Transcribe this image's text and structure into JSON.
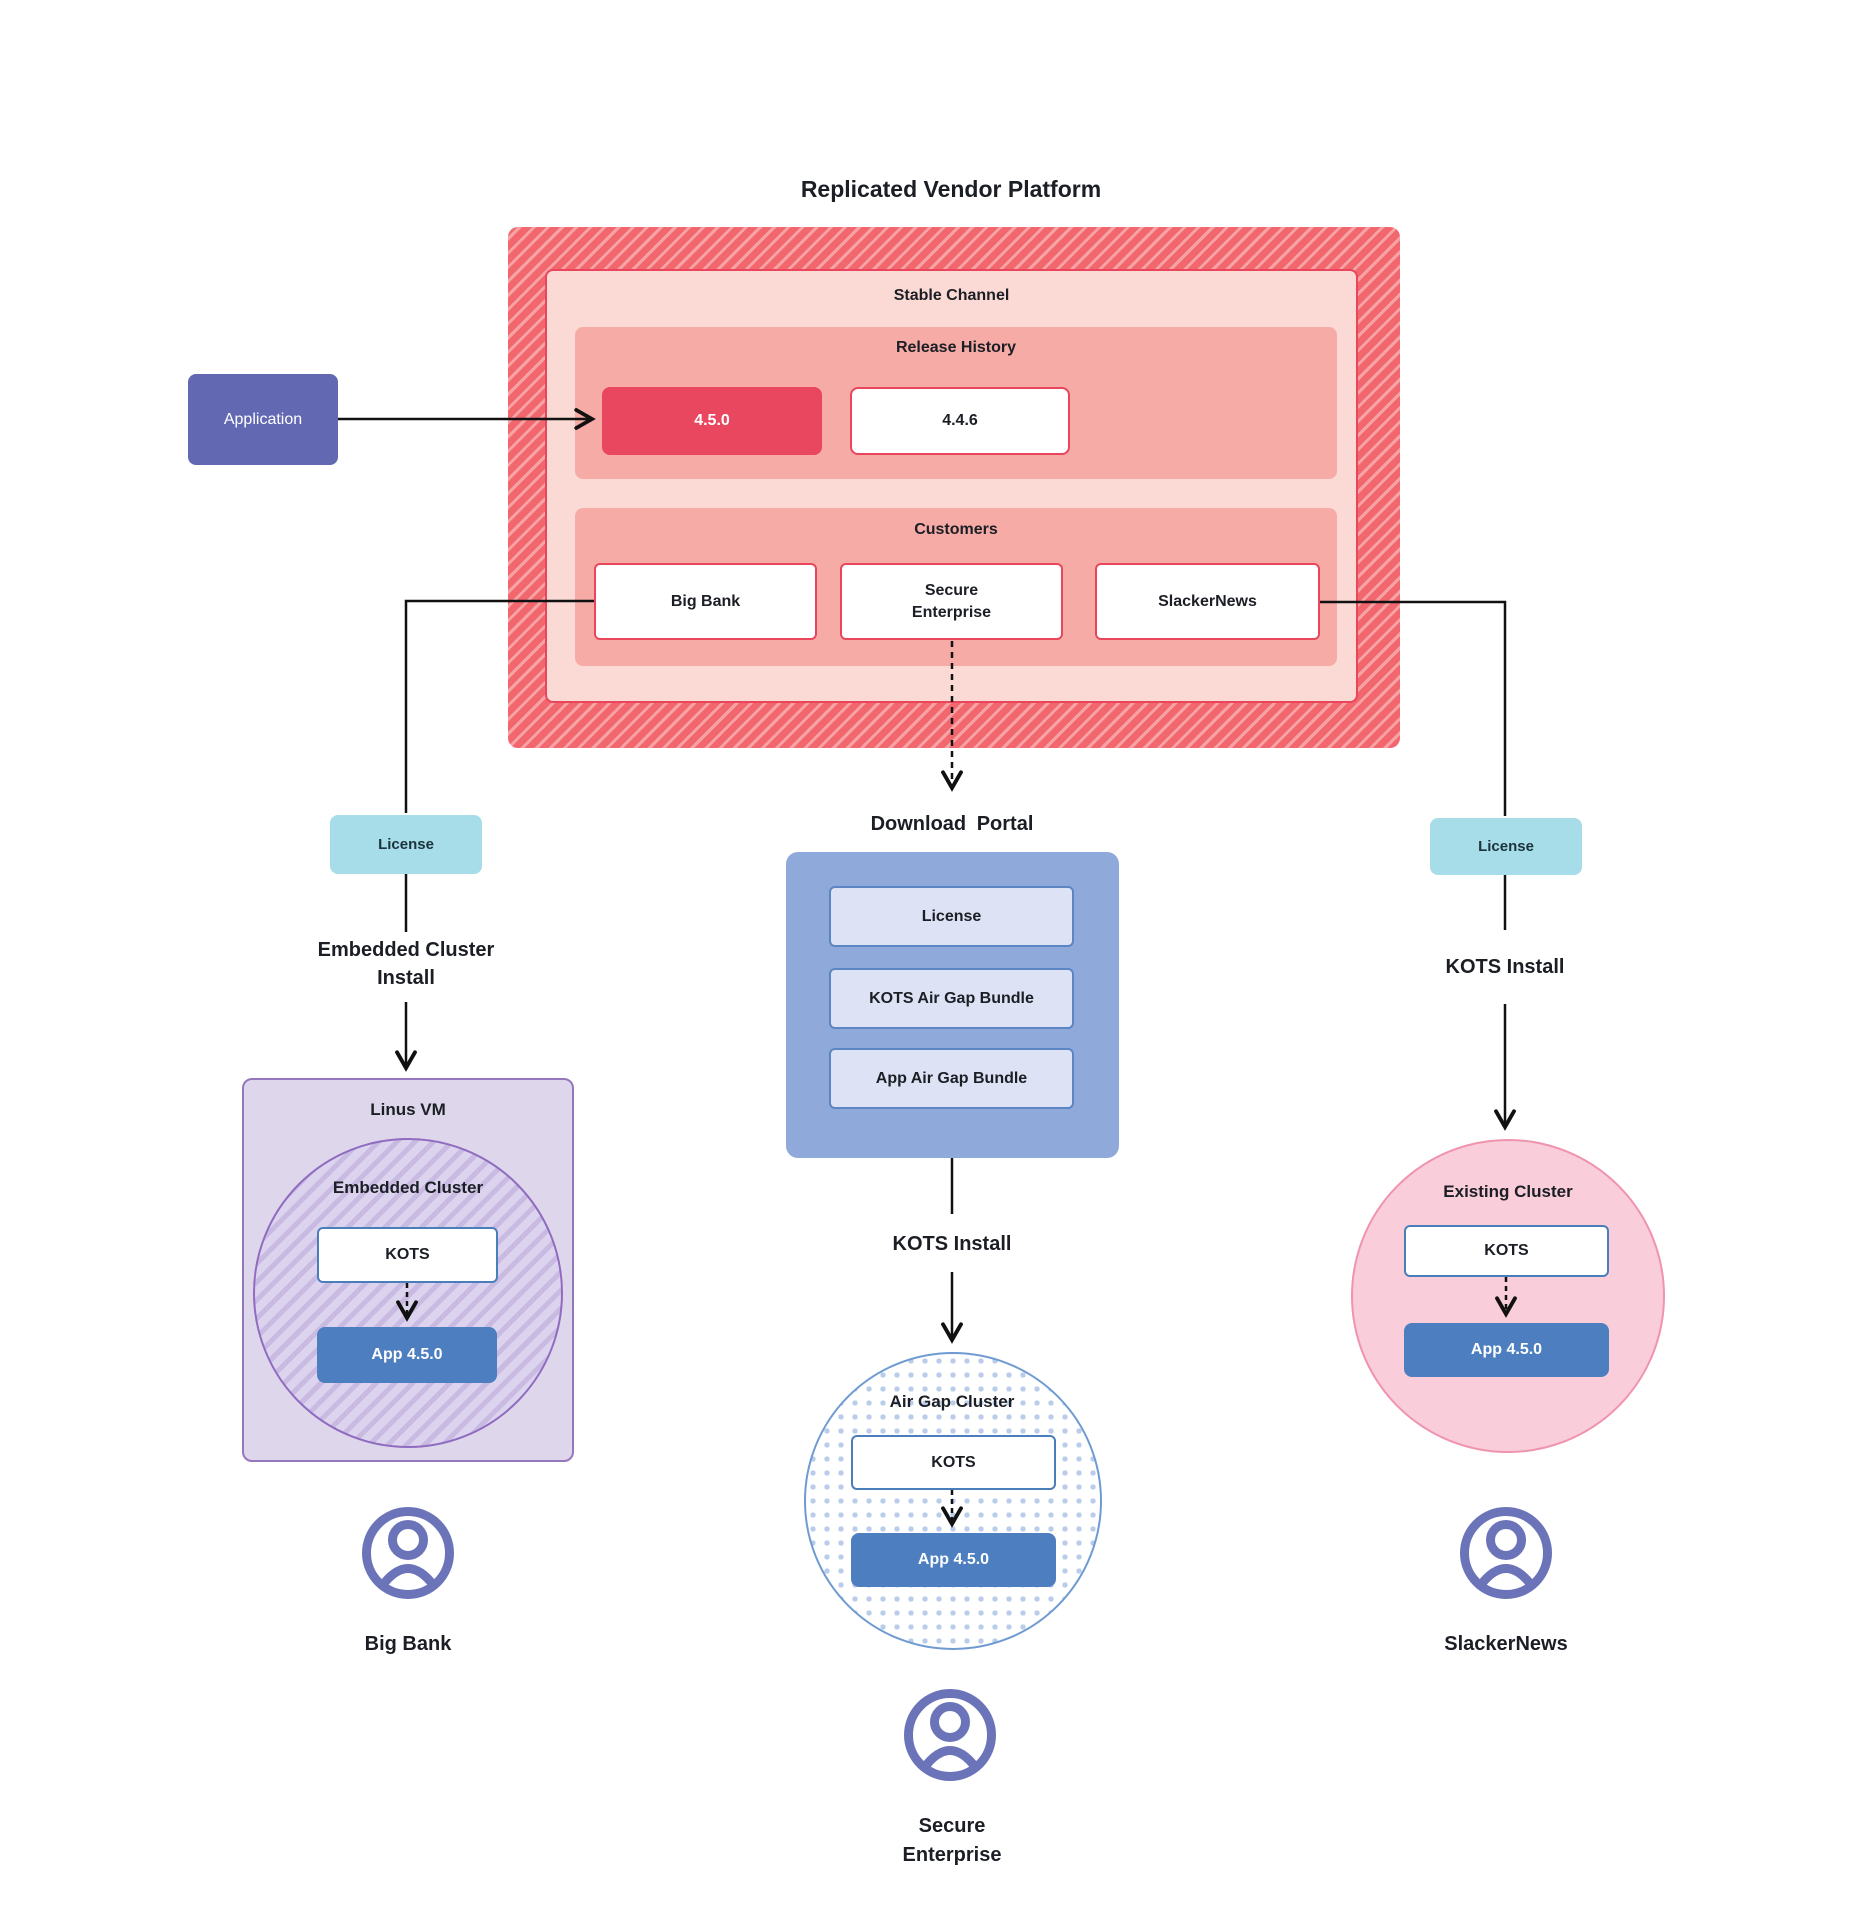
{
  "colors": {
    "stripe_dark": "#f2676d",
    "stripe_light": "#f7a3a6",
    "panel_light_pink": "#fbdad6",
    "panel_salmon": "#f6aba6",
    "accent_red": "#e9465b",
    "release_highlight": "#e94760",
    "application_purple": "#6269b2",
    "license_cyan": "#a6dde9",
    "portal_blue": "#8fa9da",
    "portal_item_fill": "#dde3f5",
    "kots_border_blue": "#4a7ebb",
    "app_blue": "#4d7fc0",
    "vm_fill": "#ded7ec",
    "vm_border": "#9577be",
    "embedded_hatch_light": "#dcd3ee",
    "embedded_hatch_dark": "#c9bae2",
    "embedded_circle_border": "#8f6cbf",
    "airgap_border": "#6f9bd1",
    "airgap_dot": "#b9cdeb",
    "existing_fill": "#f9cdd9",
    "existing_border": "#ef93ae",
    "user_icon_purple": "#6b74b8",
    "line_black": "#111111"
  },
  "diagram": {
    "title": "Replicated Vendor Platform",
    "application_label": "Application",
    "platform": {
      "stable_channel_label": "Stable Channel",
      "release_history_label": "Release History",
      "releases": [
        {
          "version": "4.5.0",
          "highlighted": true
        },
        {
          "version": "4.4.6",
          "highlighted": false
        }
      ],
      "customers_label": "Customers",
      "customers": [
        {
          "name": "Big Bank"
        },
        {
          "name": "Secure Enterprise"
        },
        {
          "name": "SlackerNews"
        }
      ]
    },
    "left_flow": {
      "license_label": "License",
      "install_label": "Embedded Cluster Install",
      "vm_label": "Linus VM",
      "cluster_label": "Embedded Cluster",
      "kots_label": "KOTS",
      "app_label": "App 4.5.0",
      "user_label": "Big Bank"
    },
    "portal": {
      "title": "Download Portal",
      "items": [
        {
          "label": "License"
        },
        {
          "label": "KOTS Air Gap Bundle"
        },
        {
          "label": "App Air Gap Bundle"
        }
      ]
    },
    "middle_flow": {
      "install_label": "KOTS Install",
      "cluster_label": "Air Gap Cluster",
      "kots_label": "KOTS",
      "app_label": "App 4.5.0",
      "user_label": "Secure Enterprise"
    },
    "right_flow": {
      "license_label": "License",
      "install_label": "KOTS Install",
      "cluster_label": "Existing Cluster",
      "kots_label": "KOTS",
      "app_label": "App 4.5.0",
      "user_label": "SlackerNews"
    }
  }
}
